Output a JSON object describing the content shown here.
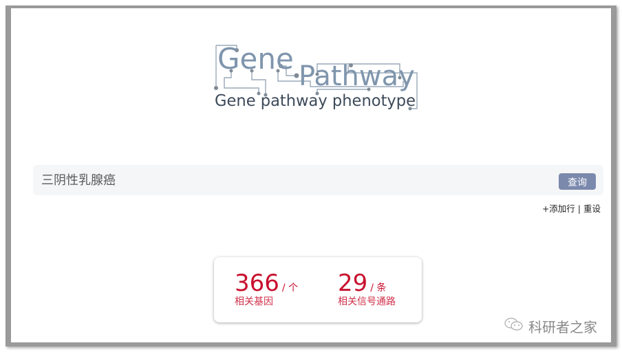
{
  "logo": {
    "title_line1": "Gene",
    "title_line2": "Pathway",
    "subtitle": "Gene pathway phenotype",
    "color": "#7f95ad",
    "subtitle_color": "#3d4a5a"
  },
  "search": {
    "value": "三阴性乳腺癌",
    "button_label": "查询",
    "button_color": "#7b89ad"
  },
  "actions": {
    "add_row": "+添加行",
    "separator": "|",
    "reset": "重设"
  },
  "stats": [
    {
      "value": "366",
      "unit": "/ 个",
      "label": "相关基因"
    },
    {
      "value": "29",
      "unit": "/ 条",
      "label": "相关信号通路"
    }
  ],
  "stats_color": "#c8102e",
  "watermark": {
    "icon": "wechat-icon",
    "text": "科研者之家"
  }
}
